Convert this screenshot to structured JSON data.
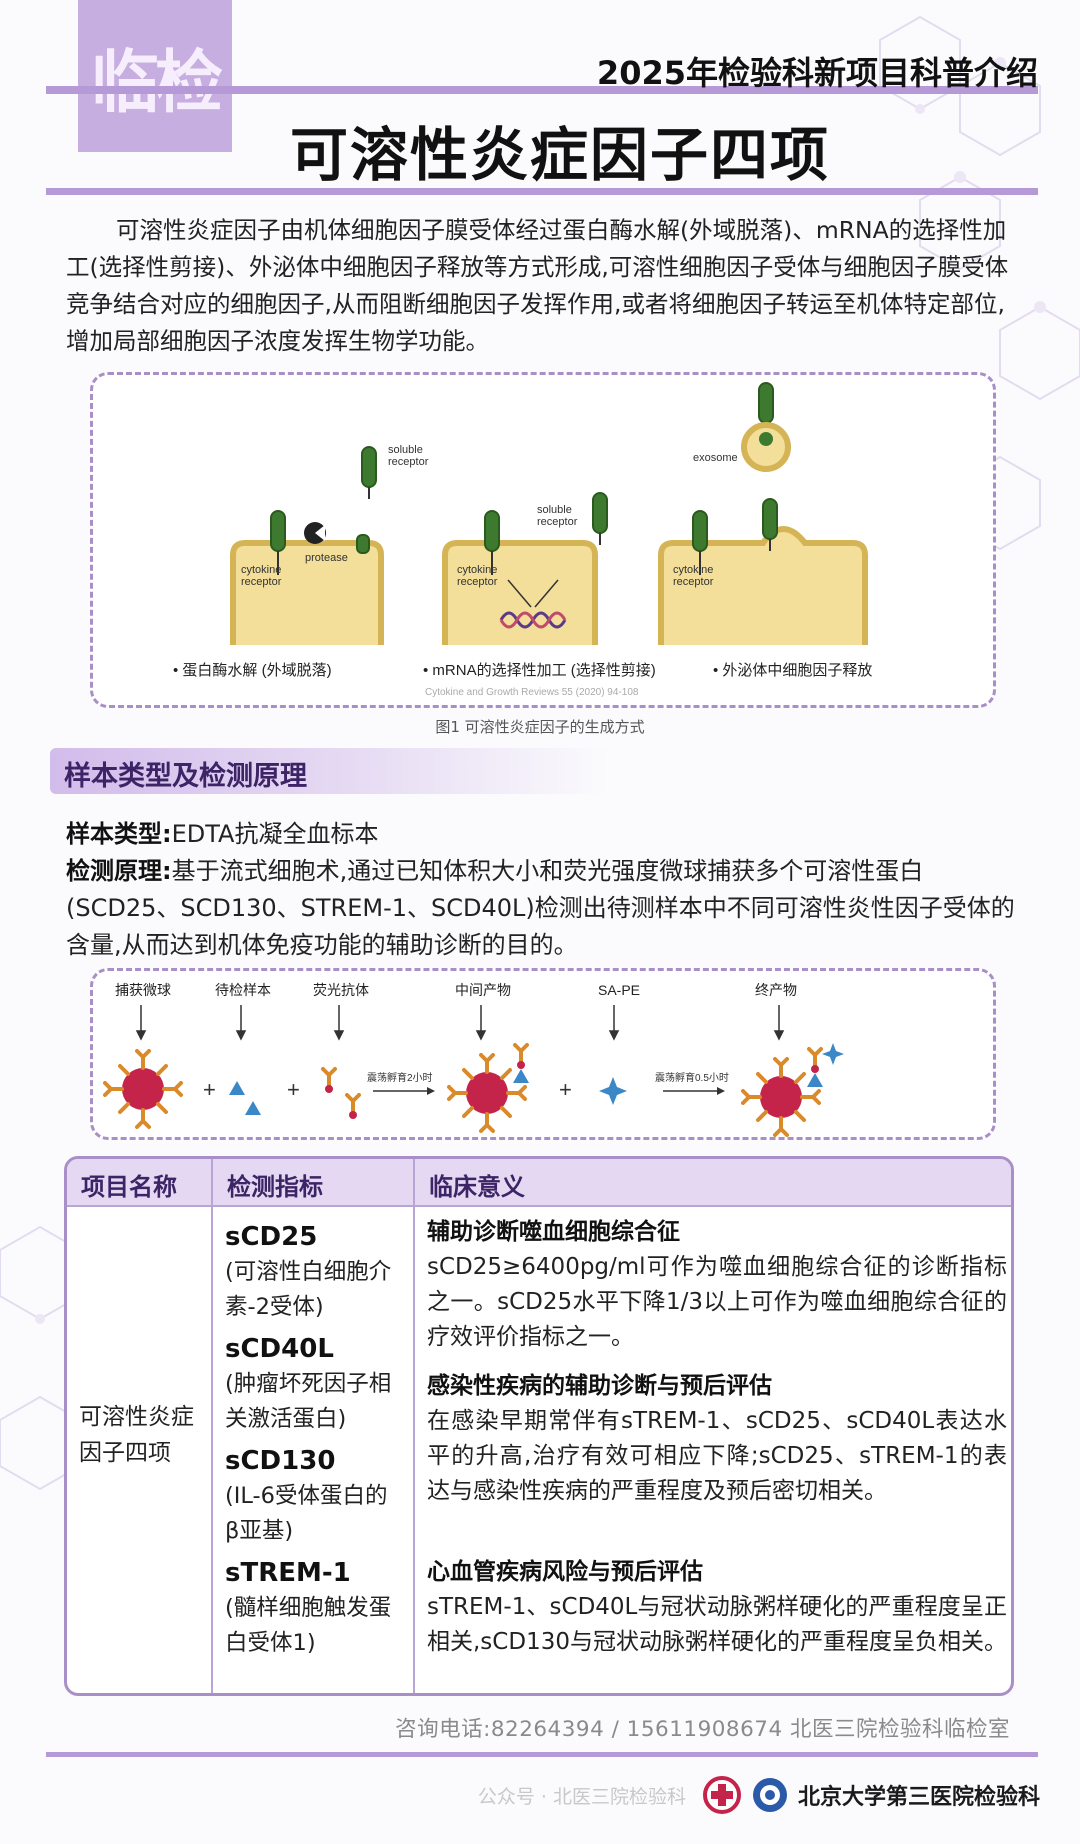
{
  "header": {
    "stamp_text": "临检",
    "subtitle": "2025年检验科新项目科普介绍",
    "title": "可溶性炎症因子四项"
  },
  "intro": "可溶性炎症因子由机体细胞因子膜受体经过蛋白酶水解(外域脱落)、mRNA的选择性加工(选择性剪接)、外泌体中细胞因子释放等方式形成,可溶性细胞因子受体与细胞因子膜受体竞争结合对应的细胞因子,从而阻断细胞因子发挥作用,或者将细胞因子转运至机体特定部位,增加局部细胞因子浓度发挥生物学功能。",
  "figure1": {
    "labels": {
      "soluble_receptor_1": "soluble",
      "soluble_receptor_1b": "receptor",
      "protease": "protease",
      "cytokine_receptor": "cytokine",
      "cytokine_receptor_b": "receptor",
      "soluble_receptor_2": "soluble",
      "soluble_receptor_2b": "receptor",
      "exosome": "exosome"
    },
    "bullets": [
      "• 蛋白酶水解 (外域脱落)",
      "• mRNA的选择性加工 (选择性剪接)",
      "• 外泌体中细胞因子释放"
    ],
    "source": "Cytokine and Growth Reviews 55 (2020) 94-108",
    "caption": "图1 可溶性炎症因子的生成方式"
  },
  "section": {
    "title": "样本类型及检测原理"
  },
  "sample": {
    "type_label": "样本类型:",
    "type_value": "EDTA抗凝全血标本",
    "principle_label": "检测原理:",
    "principle_value": "基于流式细胞术,通过已知体积大小和荧光强度微球捕获多个可溶性蛋白(SCD25、SCD130、STREM-1、SCD40L)检测出待测样本中不同可溶性炎性因子受体的含量,从而达到机体免疫功能的辅助诊断的目的。"
  },
  "figure2": {
    "labels": [
      "捕获微球",
      "待检样本",
      "荧光抗体",
      "中间产物",
      "SA-PE",
      "终产物"
    ],
    "step1": "震荡孵育2小时",
    "step2": "震荡孵育0.5小时",
    "plus": "+"
  },
  "table": {
    "headers": [
      "项目名称",
      "检测指标",
      "临床意义"
    ],
    "project": "可溶性炎症因子四项",
    "indicators": [
      {
        "code": "sCD25",
        "desc": "(可溶性白细胞介素-2受体)"
      },
      {
        "code": "sCD40L",
        "desc": "(肿瘤坏死因子相关激活蛋白)"
      },
      {
        "code": "sCD130",
        "desc": "(IL-6受体蛋白的β亚基)"
      },
      {
        "code": "sTREM-1",
        "desc": "(髓样细胞触发蛋白受体1)"
      }
    ],
    "significance": [
      {
        "head": "辅助诊断噬血细胞综合征",
        "body": "sCD25≥6400pg/ml可作为噬血细胞综合征的诊断指标之一。sCD25水平下降1/3以上可作为噬血细胞综合征的疗效评价指标之一。"
      },
      {
        "head": "感染性疾病的辅助诊断与预后评估",
        "body": "在感染早期常伴有sTREM-1、sCD25、sCD40L表达水平的升高,治疗有效可相应下降;sCD25、sTREM-1的表达与感染性疾病的严重程度及预后密切相关。"
      },
      {
        "head": "心血管疾病风险与预后评估",
        "body": "sTREM-1、sCD40L与冠状动脉粥样硬化的严重程度呈正相关,sCD130与冠状动脉粥样硬化的严重程度呈负相关。"
      }
    ]
  },
  "footer": {
    "contact": "咨询电话:82264394 / 15611908674 北医三院检验科临检室",
    "watermark": "公众号 · 北医三院检验科",
    "brand": "北京大学第三医院检验科"
  },
  "colors": {
    "accent": "#b69ad8",
    "stamp": "#c6aee0",
    "section_text": "#3d2466",
    "receptor_green": "#3d7a2f",
    "cell_yellow": "#f3df9a",
    "bead_red": "#c4234a",
    "antibody_orange": "#d98a2a",
    "triangle_blue": "#3a88c8"
  }
}
